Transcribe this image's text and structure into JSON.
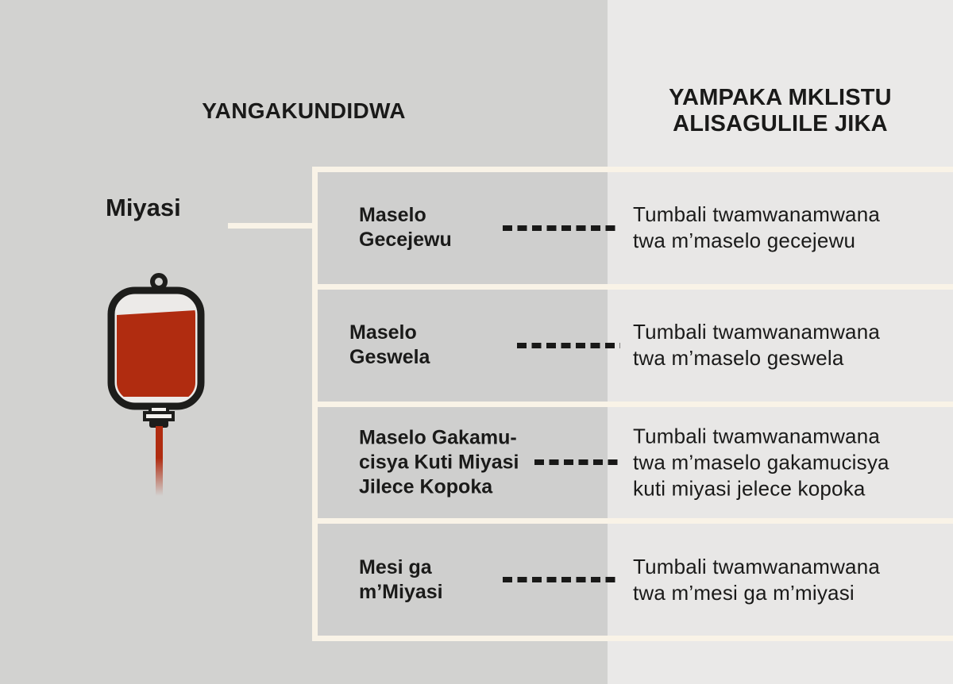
{
  "headers": {
    "left": "YANGAKUNDIDWA",
    "right_line1": "YAMPAKA MKLISTU",
    "right_line2": "ALISAGULILE JIKA"
  },
  "source": {
    "label": "Miyasi",
    "icon": "blood-bag-icon"
  },
  "rows": [
    {
      "left": "Maselo\nGecejewu",
      "right": "Tumbali twamwanamwana\ntwa m’maselo gecejewu"
    },
    {
      "left": "Maselo\nGeswela",
      "right": "Tumbali twamwanamwana\ntwa m’maselo geswela"
    },
    {
      "left": "Maselo Gakamu-\ncisya Kuti Miyasi\nJilece Kopoka",
      "right": "Tumbali twamwanamwana\ntwa m’maselo gakamucisya\nkuti miyasi jelece kopoka"
    },
    {
      "left": "Mesi ga\nm’Miyasi",
      "right": "Tumbali twamwanamwana\ntwa m’mesi ga m’miyasi"
    }
  ],
  "colors": {
    "blood_red": "#b02c10",
    "cream_line": "#f9f3e7",
    "left_background": "#d2d2d0",
    "right_background": "#eae9e8",
    "text": "#1a1a19"
  }
}
